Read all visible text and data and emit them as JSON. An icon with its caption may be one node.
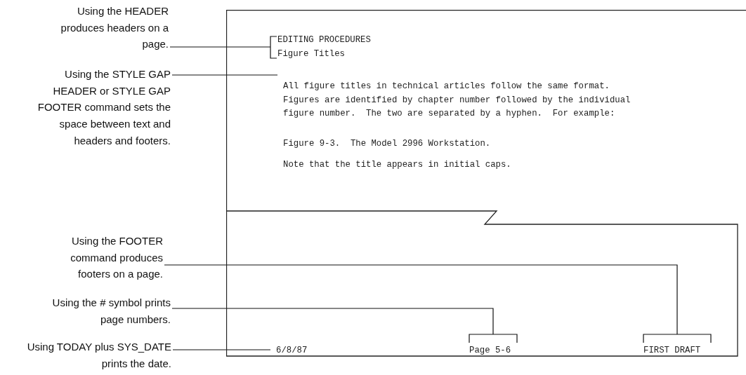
{
  "diagram": {
    "nodes": [
      {
        "text": [
          "Using the HEADER produces headers on a page."
        ]
      },
      {
        "text": [
          "Using the STYLE GAP HEADER or STYLE GAP FOOTER command sets the space between text and headers and footers."
        ]
      },
      {
        "text": [
          "Using the FOOTER command produces footers on a page."
        ]
      },
      {
        "text": [
          "Using the # symbol prints page numbers."
        ]
      },
      {
        "text": [
          "Using TODAY plus SYS_DATE prints the date."
        ]
      },
      {
        "text": [
          "All figure titles in technical articles follow the same format. Figures are identified by chapter number followed by the individual figure number.  The two are separated by a hyphen.  For example:",
          "Figure 9-3.  The Model 2996 Workstation.",
          "Note that the title appears in initial caps."
        ]
      },
      {
        "text": [
          "EDITING PROCEDURES",
          "Figure Titles"
        ],
        "in": 5
      },
      {
        "text": [
          "6/8/87"
        ],
        "in": 5
      },
      {
        "text": [
          "Page 5-6"
        ],
        "in": 5
      },
      {
        "text": [
          "FIRST DRAFT"
        ],
        "in": 5
      }
    ],
    "edges": [
      {
        "from": 0,
        "to": 6,
        "arrow": "none"
      },
      {
        "from": 1,
        "to": null,
        "arrow": "none"
      },
      {
        "from": 2,
        "to": 9,
        "arrow": "none"
      },
      {
        "from": 3,
        "to": 8,
        "arrow": "none"
      },
      {
        "from": 4,
        "to": 7,
        "arrow": "none"
      }
    ]
  }
}
